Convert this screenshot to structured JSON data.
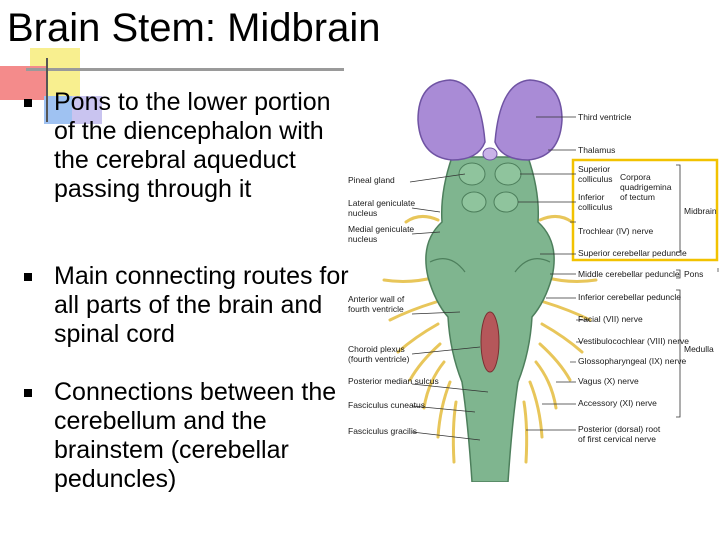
{
  "slide": {
    "title": "Brain Stem: Midbrain",
    "bullets": [
      "Pons to the lower portion of the diencephalon with the cerebral aqueduct passing through it",
      "Main connecting routes for all parts of the brain and spinal cord",
      "Connections between the cerebellum and the brainstem (cerebellar peduncles)"
    ]
  },
  "figure": {
    "left_labels": {
      "pineal_gland": "Pineal gland",
      "lateral_geniculate_1": "Lateral geniculate",
      "lateral_geniculate_2": "nucleus",
      "medial_geniculate_1": "Medial geniculate",
      "medial_geniculate_2": "nucleus",
      "anterior_wall_1": "Anterior wall of",
      "anterior_wall_2": "fourth ventricle",
      "choroid_plexus_1": "Choroid plexus",
      "choroid_plexus_2": "(fourth ventricle)",
      "posterior_median_sulcus": "Posterior median sulcus",
      "fasciculus_cuneatus": "Fasciculus cuneatus",
      "fasciculus_gracilis": "Fasciculus gracilis"
    },
    "right_labels": {
      "third_ventricle": "Third ventricle",
      "thalamus": "Thalamus",
      "superior_colliculus_1": "Superior",
      "superior_colliculus_2": "colliculus",
      "inferior_colliculus_1": "Inferior",
      "inferior_colliculus_2": "colliculus",
      "corpora_1": "Corpora",
      "corpora_2": "quadrigemina",
      "corpora_3": "of tectum",
      "trochlear": "Trochlear (IV) nerve",
      "superior_peduncle": "Superior cerebellar peduncle",
      "middle_peduncle": "Middle cerebellar peduncle",
      "inferior_peduncle": "Inferior cerebellar peduncle",
      "facial": "Facial (VII) nerve",
      "vestibulocochlear": "Vestibulocochlear (VIII) nerve",
      "glossopharyngeal": "Glossopharyngeal (IX) nerve",
      "vagus": "Vagus (X) nerve",
      "accessory": "Accessory (XI) nerve",
      "posterior_root_1": "Posterior (dorsal) root",
      "posterior_root_2": "of first cervical nerve",
      "midbrain": "Midbrain",
      "pons": "Pons",
      "medulla": "Medulla"
    },
    "colors": {
      "thalamus": "#a98bd6",
      "brainstem": "#7fb58f",
      "nerves": "#e8c65a",
      "highlight_box": "#f2c200"
    }
  }
}
